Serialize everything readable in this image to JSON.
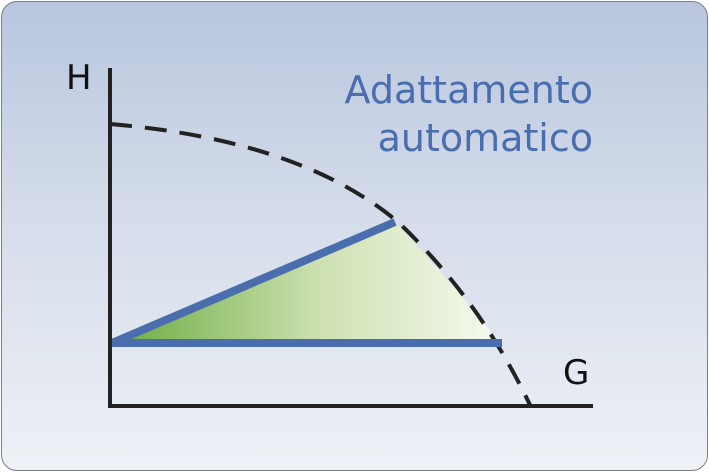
{
  "diagram": {
    "y_axis_label": "H",
    "x_axis_label": "G",
    "headline": {
      "line1": "Adattamento",
      "line2": "automatico"
    }
  },
  "colors": {
    "accent": "#4a6dae",
    "curve": "#222222",
    "axis": "#222222",
    "fill_start": "#6aab3e",
    "fill_end": "#f6faf0",
    "panel_top": "#b9c6de",
    "panel_bottom": "#eef1f6"
  }
}
